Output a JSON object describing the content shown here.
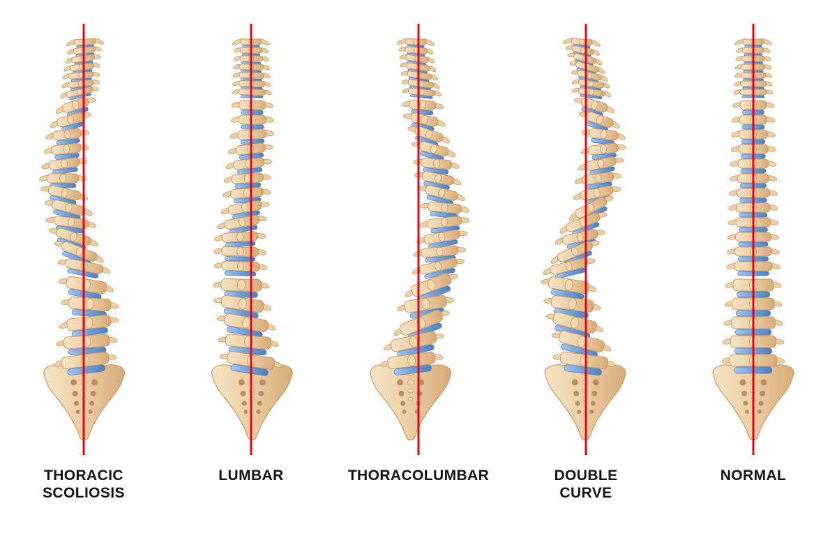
{
  "diagram": {
    "colors": {
      "background": "#ffffff",
      "bone": "#edd0a6",
      "bone_light": "#f6e4c6",
      "bone_dark": "#d8ab78",
      "bone_outline": "#c79b6a",
      "disc": "#6f9fd8",
      "disc_outline": "#4d7fc0",
      "midline": "#e30613",
      "label_text": "#141414"
    },
    "spines": [
      {
        "id": "thoracic-scoliosis",
        "label": "THORACIC\nSCOLIOSIS",
        "curve": [
          [
            0,
            2
          ],
          [
            0.12,
            -4
          ],
          [
            0.3,
            -24
          ],
          [
            0.42,
            -30
          ],
          [
            0.55,
            -18
          ],
          [
            0.7,
            2
          ],
          [
            0.8,
            9
          ],
          [
            0.92,
            4
          ],
          [
            1,
            0
          ]
        ]
      },
      {
        "id": "lumbar",
        "label": "LUMBAR",
        "curve": [
          [
            0,
            0
          ],
          [
            0.25,
            2
          ],
          [
            0.45,
            -6
          ],
          [
            0.6,
            -16
          ],
          [
            0.75,
            -14
          ],
          [
            0.9,
            -4
          ],
          [
            1,
            2
          ]
        ]
      },
      {
        "id": "thoracolumbar",
        "label": "THORACOLUMBAR",
        "curve": [
          [
            0,
            -4
          ],
          [
            0.2,
            6
          ],
          [
            0.38,
            26
          ],
          [
            0.52,
            38
          ],
          [
            0.65,
            30
          ],
          [
            0.8,
            10
          ],
          [
            0.92,
            -8
          ],
          [
            1,
            -12
          ]
        ]
      },
      {
        "id": "double-curve",
        "label": "DOUBLE\nCURVE",
        "curve": [
          [
            0,
            -6
          ],
          [
            0.15,
            8
          ],
          [
            0.3,
            26
          ],
          [
            0.45,
            16
          ],
          [
            0.58,
            -8
          ],
          [
            0.7,
            -26
          ],
          [
            0.82,
            -18
          ],
          [
            0.93,
            -4
          ],
          [
            1,
            0
          ]
        ]
      },
      {
        "id": "normal",
        "label": "NORMAL",
        "curve": [
          [
            0,
            0
          ],
          [
            1,
            0
          ]
        ]
      }
    ]
  }
}
